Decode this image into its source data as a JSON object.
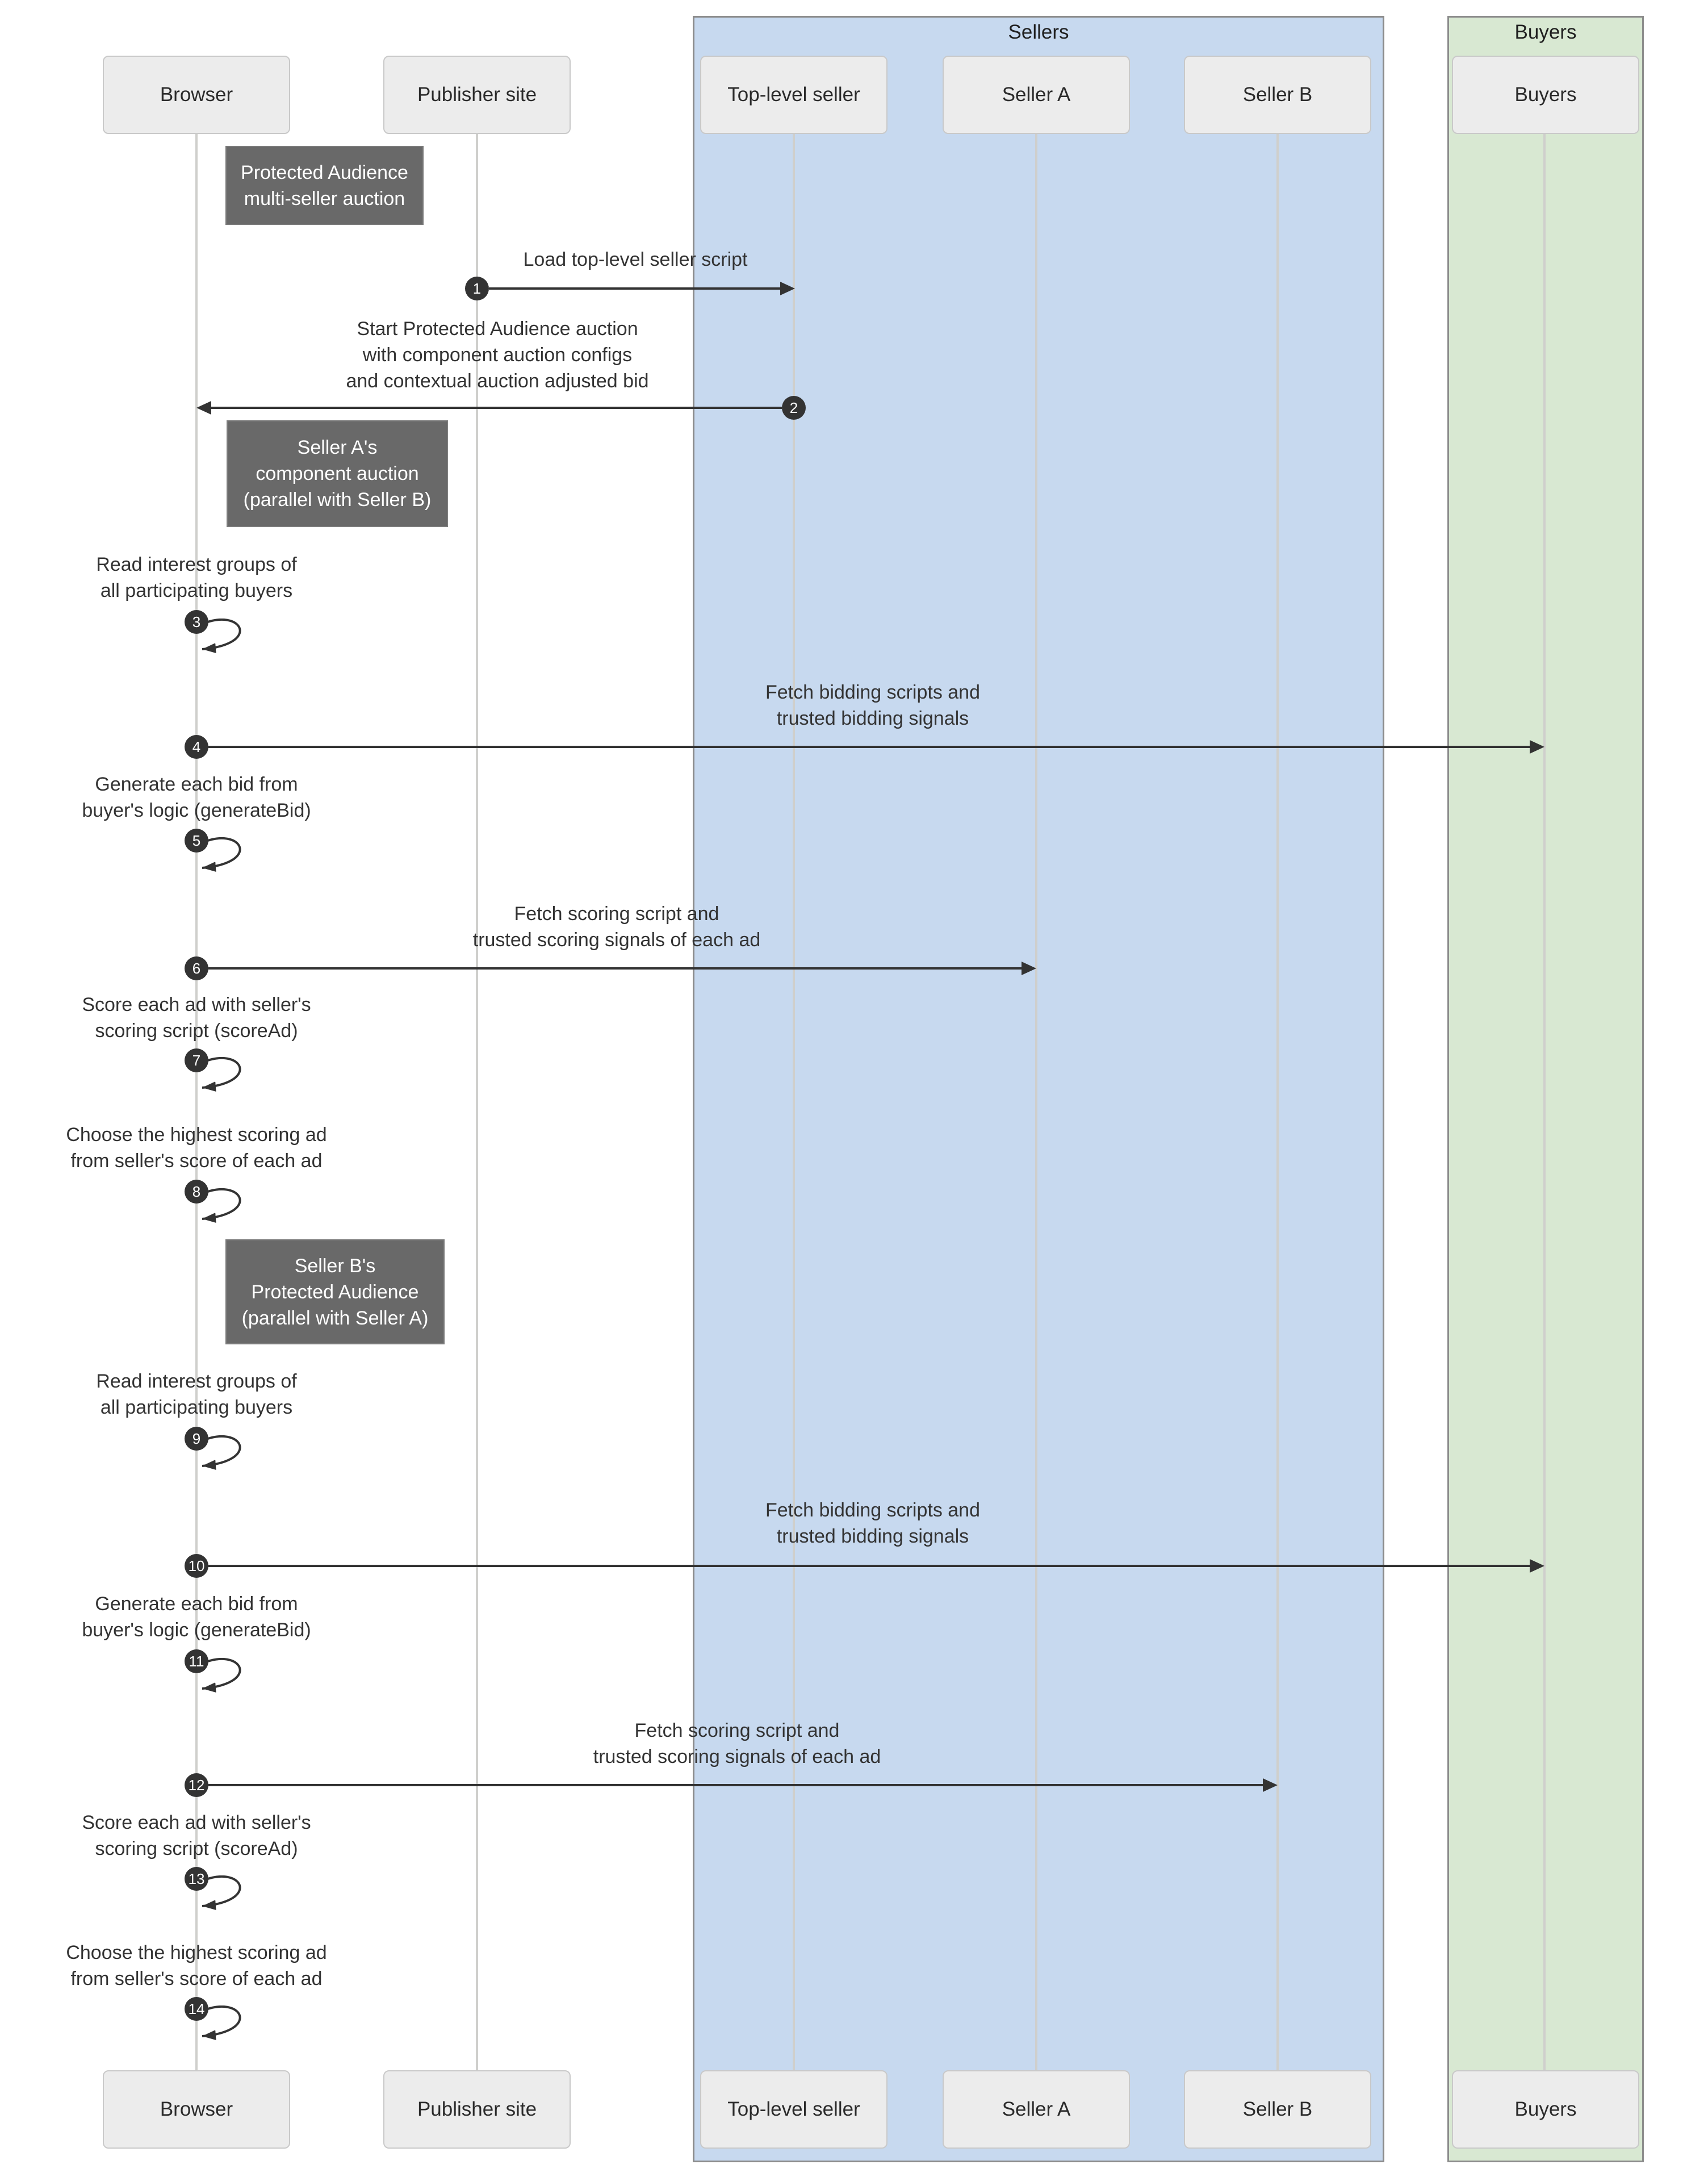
{
  "groups": [
    {
      "label": "Sellers"
    },
    {
      "label": "Buyers"
    }
  ],
  "participants": [
    {
      "name": "Browser"
    },
    {
      "name": "Publisher site"
    },
    {
      "name": "Top-level seller"
    },
    {
      "name": "Seller A"
    },
    {
      "name": "Seller B"
    },
    {
      "name": "Buyers"
    }
  ],
  "notes": [
    {
      "lines": [
        "Protected Audience",
        "multi-seller auction"
      ]
    },
    {
      "lines": [
        "Seller A's",
        "component auction",
        "(parallel with Seller B)"
      ]
    },
    {
      "lines": [
        "Seller B's",
        "Protected Audience",
        "(parallel with Seller A)"
      ]
    }
  ],
  "messages": [
    {
      "num": "1",
      "from": "Publisher site",
      "to": "Top-level seller",
      "lines": [
        "Load top-level seller script"
      ]
    },
    {
      "num": "2",
      "from": "Top-level seller",
      "to": "Browser",
      "lines": [
        "Start Protected Audience auction",
        "with component auction configs",
        "and contextual auction adjusted bid"
      ]
    },
    {
      "num": "3",
      "from": "Browser",
      "to": "Browser",
      "lines": [
        "Read interest groups of",
        "all participating buyers"
      ]
    },
    {
      "num": "4",
      "from": "Browser",
      "to": "Buyers",
      "lines": [
        "Fetch bidding scripts and",
        "trusted bidding signals"
      ]
    },
    {
      "num": "5",
      "from": "Browser",
      "to": "Browser",
      "lines": [
        "Generate each bid from",
        "buyer's logic (generateBid)"
      ]
    },
    {
      "num": "6",
      "from": "Browser",
      "to": "Seller A",
      "lines": [
        "Fetch scoring script and",
        "trusted scoring signals of each ad"
      ]
    },
    {
      "num": "7",
      "from": "Browser",
      "to": "Browser",
      "lines": [
        "Score each ad with seller's",
        "scoring script (scoreAd)"
      ]
    },
    {
      "num": "8",
      "from": "Browser",
      "to": "Browser",
      "lines": [
        "Choose the highest scoring ad",
        "from seller's score of each ad"
      ]
    },
    {
      "num": "9",
      "from": "Browser",
      "to": "Browser",
      "lines": [
        "Read interest groups of",
        "all participating buyers"
      ]
    },
    {
      "num": "10",
      "from": "Browser",
      "to": "Buyers",
      "lines": [
        "Fetch bidding scripts and",
        "trusted bidding signals"
      ]
    },
    {
      "num": "11",
      "from": "Browser",
      "to": "Browser",
      "lines": [
        "Generate each bid from",
        "buyer's logic (generateBid)"
      ]
    },
    {
      "num": "12",
      "from": "Browser",
      "to": "Seller B",
      "lines": [
        "Fetch scoring script and",
        "trusted scoring signals of each ad"
      ]
    },
    {
      "num": "13",
      "from": "Browser",
      "to": "Browser",
      "lines": [
        "Score each ad with seller's",
        "scoring script (scoreAd)"
      ]
    },
    {
      "num": "14",
      "from": "Browser",
      "to": "Browser",
      "lines": [
        "Choose the highest scoring ad",
        "from seller's score of each ad"
      ]
    }
  ],
  "colors": {
    "sellers_fill": "#c7d9ef",
    "buyers_fill": "#d8e8d2",
    "note_fill": "#696969",
    "participant_fill": "#ececec",
    "arrow": "#333333",
    "lifeline": "#cfcfcc"
  }
}
